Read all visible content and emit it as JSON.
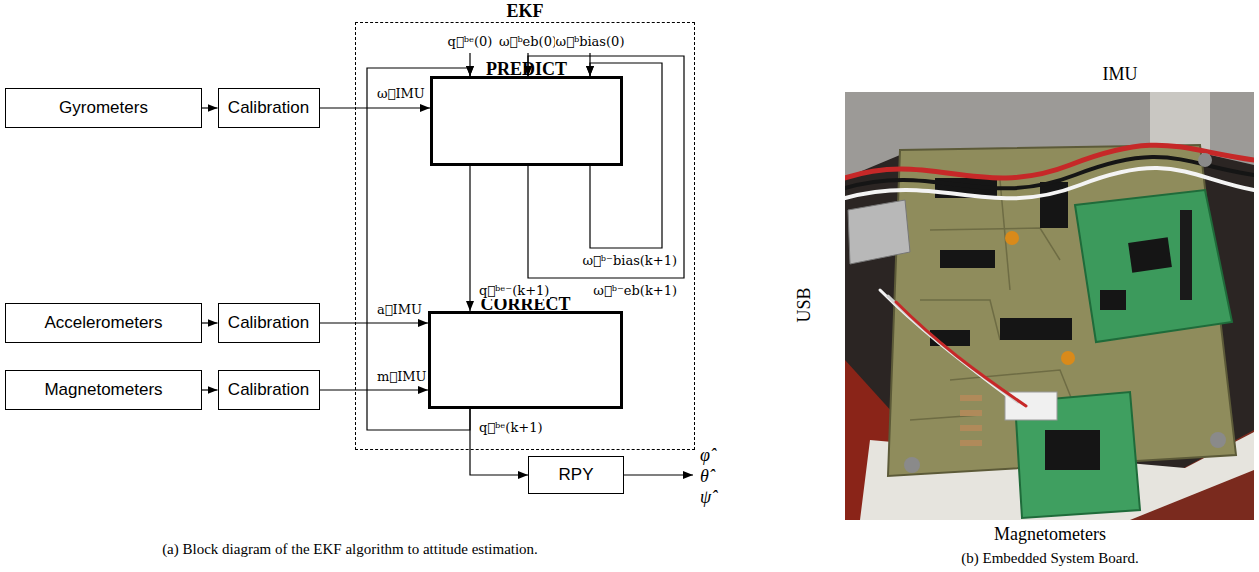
{
  "diagram": {
    "caption": "(a) Block diagram of the EKF algorithm to attitude estimation.",
    "nodes": [
      {
        "text": [
          "EKF"
        ]
      },
      {
        "text": [
          "Gyrometers"
        ]
      },
      {
        "text": [
          "Calibration"
        ]
      },
      {
        "text": [
          "PREDICT"
        ],
        "in": 0
      },
      {
        "text": [
          "Accelerometers"
        ]
      },
      {
        "text": [
          "Calibration"
        ]
      },
      {
        "text": [
          "CORRECT"
        ],
        "in": 0
      },
      {
        "text": [
          "Magnetometers"
        ]
      },
      {
        "text": [
          "Calibration"
        ]
      },
      {
        "text": [
          "RPY"
        ]
      }
    ],
    "edges": [
      {
        "from": 1,
        "to": 2,
        "arrow": "to"
      },
      {
        "from": 2,
        "to": 3,
        "arrow": "to",
        "label": "ω⃗IMU"
      },
      {
        "from": 4,
        "to": 5,
        "arrow": "to"
      },
      {
        "from": 5,
        "to": 6,
        "arrow": "to",
        "label": "a⃗IMU"
      },
      {
        "from": 7,
        "to": 8,
        "arrow": "to"
      },
      {
        "from": 8,
        "to": 6,
        "arrow": "to",
        "label": "m⃗IMU"
      },
      {
        "from": 3,
        "to": 6,
        "arrow": "to",
        "label": "q⃗ᵇᵉ⁻(k+1)"
      },
      {
        "from": 3,
        "to": 3,
        "arrow": "to",
        "label": "ω⃗ᵇ⁻bias(k+1)"
      },
      {
        "from": 3,
        "to": 3,
        "arrow": "to",
        "label": "ω⃗ᵇ⁻eb(k+1)"
      },
      {
        "from": 6,
        "to": 3,
        "arrow": "to",
        "label": "q⃗ᵇᵉ(k+1)"
      },
      {
        "from": 6,
        "to": 9,
        "arrow": "to"
      }
    ],
    "labels": [
      "q⃗ᵇᵉ(0)",
      "ω⃗ᵇeb(0)",
      "ω⃗ᵇbias(0)",
      "φ̂",
      "θ̂",
      "ψ̂",
      "IMU",
      "USB",
      "Magnetometers",
      "(b) Embedded System Board."
    ]
  }
}
